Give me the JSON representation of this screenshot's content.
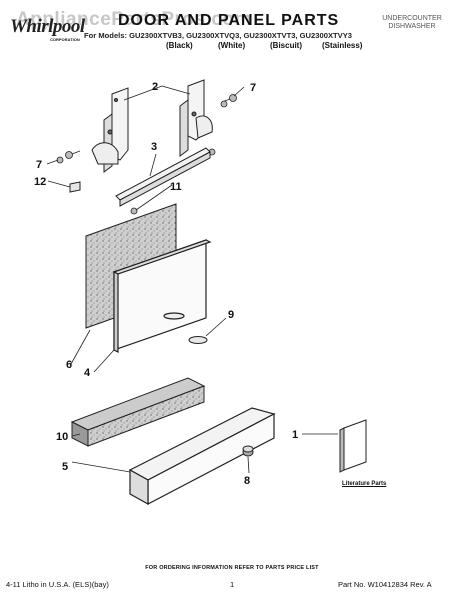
{
  "header": {
    "brand": "Whirlpool",
    "brand_sub": "CORPORATION",
    "watermark": "AppliancePartsPros.com",
    "title": "DOOR AND PANEL PARTS",
    "appliance_type": "UNDERCOUNTER DISHWASHER",
    "models_line": "For Models: GU2300XTVB3, GU2300XTVQ3, GU2300XTVT3, GU2300XTVY3",
    "finishes": [
      "(Black)",
      "(White)",
      "(Biscuit)",
      "(Stainless)"
    ]
  },
  "callouts": [
    "1",
    "2",
    "3",
    "4",
    "5",
    "6",
    "7",
    "7",
    "8",
    "9",
    "10",
    "11",
    "12"
  ],
  "literature_label": "Literature Parts",
  "footer": {
    "order_note": "FOR ORDERING INFORMATION REFER TO PARTS PRICE LIST",
    "litho": "4-11 Litho in U.S.A. (ELS)(bay)",
    "page": "1",
    "part_no": "Part No. W10412834 Rev. A"
  }
}
